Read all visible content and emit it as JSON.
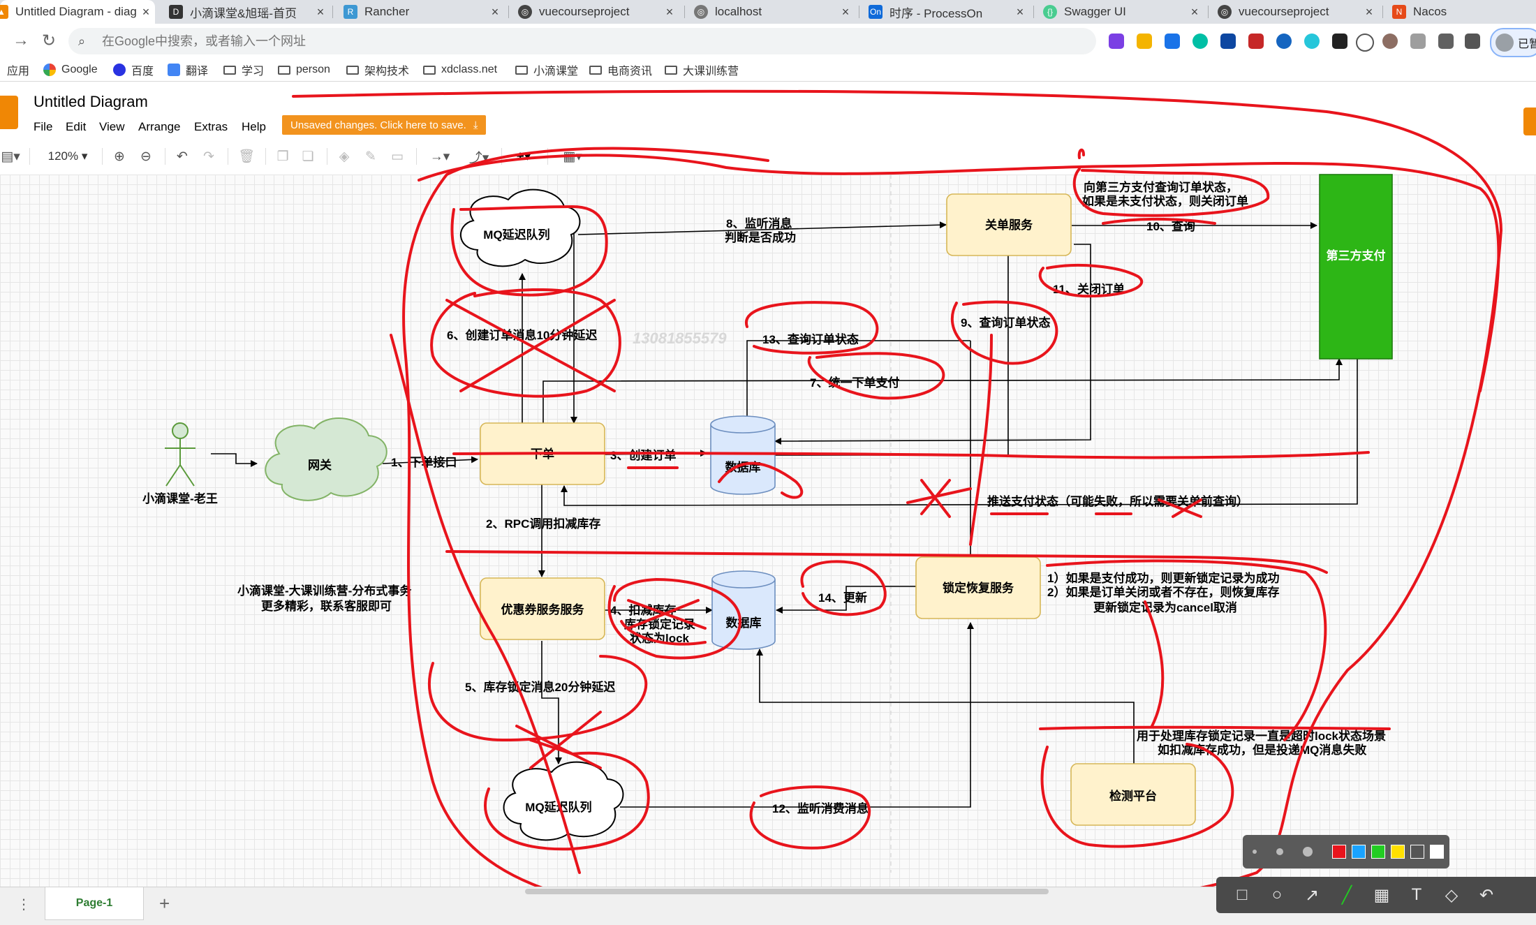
{
  "browser": {
    "tabs": [
      {
        "title": "Untitled Diagram - diagr",
        "active": true,
        "icon": "drawio-icon",
        "color": "#f08705"
      },
      {
        "title": "小滴课堂&旭瑶-首页",
        "icon": "xd-icon",
        "color": "#333333"
      },
      {
        "title": "Rancher",
        "icon": "rancher-icon",
        "color": "#3d98d3"
      },
      {
        "title": "vuecourseproject",
        "icon": "globe-icon",
        "color": "#444444"
      },
      {
        "title": "localhost",
        "icon": "globe-icon",
        "color": "#666666"
      },
      {
        "title": "时序 - ProcessOn",
        "icon": "processon-icon",
        "color": "#0f6ad9"
      },
      {
        "title": "Swagger UI",
        "icon": "swagger-icon",
        "color": "#49cc90"
      },
      {
        "title": "vuecourseproject",
        "icon": "globe-icon",
        "color": "#444444"
      },
      {
        "title": "Nacos",
        "icon": "nacos-icon",
        "color": "#e64a19"
      }
    ],
    "omnibox_placeholder": "在Google中搜索，或者输入一个网址",
    "profile_label": "已暂",
    "bookmarks": [
      "应用",
      "Google",
      "百度",
      "翻译",
      "学习",
      "person",
      "架构技术",
      "xdclass.net",
      "小滴课堂",
      "电商资讯",
      "大课训练营"
    ]
  },
  "app": {
    "title": "Untitled Diagram",
    "menus": [
      "File",
      "Edit",
      "View",
      "Arrange",
      "Extras",
      "Help"
    ],
    "unsaved": "Unsaved changes. Click here to save.",
    "zoom": "120%",
    "page_tab": "Page-1"
  },
  "diagram": {
    "actor": "小滴课堂-老王",
    "gateway": "网关",
    "order": "下单",
    "mq_top": "MQ延迟队列",
    "mq_bottom": "MQ延迟队列",
    "db_top": "数据库",
    "db_bottom": "数据库",
    "coupon": "优惠券服务服务",
    "close_order": "关单服务",
    "third_pay": "第三方支付",
    "lock_recovery": "锁定恢复服务",
    "detect": "检测平台",
    "e1": "1、下单接口",
    "e2": "2、RPC调用扣减库存",
    "e3": "3、创建订单",
    "e4a": "4、扣减库存",
    "e4b": "库存锁定记录",
    "e4c": "状态为lock",
    "e5": "5、库存锁定消息20分钟延迟",
    "e6": "6、创建订单消息10分钟延迟",
    "e7": "7、统一下单支付",
    "e8a": "8、监听消息",
    "e8b": "判断是否成功",
    "e9": "9、查询订单状态",
    "e10": "10、查询",
    "e11": "11、关闭订单",
    "e12": "12、监听消费消息",
    "e13": "13、查询订单状态",
    "e14": "14、更新",
    "push": "推送支付状态（可能失败，所以需要关单前查询）",
    "note_third1": "向第三方支付查询订单状态，",
    "note_third2": "如果是未支付状态，则关闭订单",
    "note_lock1": "1）如果是支付成功，则更新锁定记录为成功",
    "note_lock2": "2）如果是订单关闭或者不存在，则恢复库存",
    "note_lock3": "更新锁定记录为cancel取消",
    "note_detect1": "用于处理库存锁定记录一直是超时lock状态场景",
    "note_detect2": "如扣减库存成功，但是投递MQ消息失败",
    "promo1": "小滴课堂-大课训练营-分布式事务",
    "promo2": "更多精彩，联系客服即可",
    "watermark": "13081855579"
  },
  "colors": {
    "annotation": "#e8141c",
    "node_fill": "#fff2cc",
    "node_stroke": "#d6b656",
    "db_fill": "#dae8fc",
    "gateway_fill": "#d5e8d4",
    "third_pay_fill": "#2db616"
  },
  "palette_colors": [
    "#e8141c",
    "#1aa3ff",
    "#22cc22",
    "#ffe000",
    "#555555",
    "#ffffff"
  ]
}
